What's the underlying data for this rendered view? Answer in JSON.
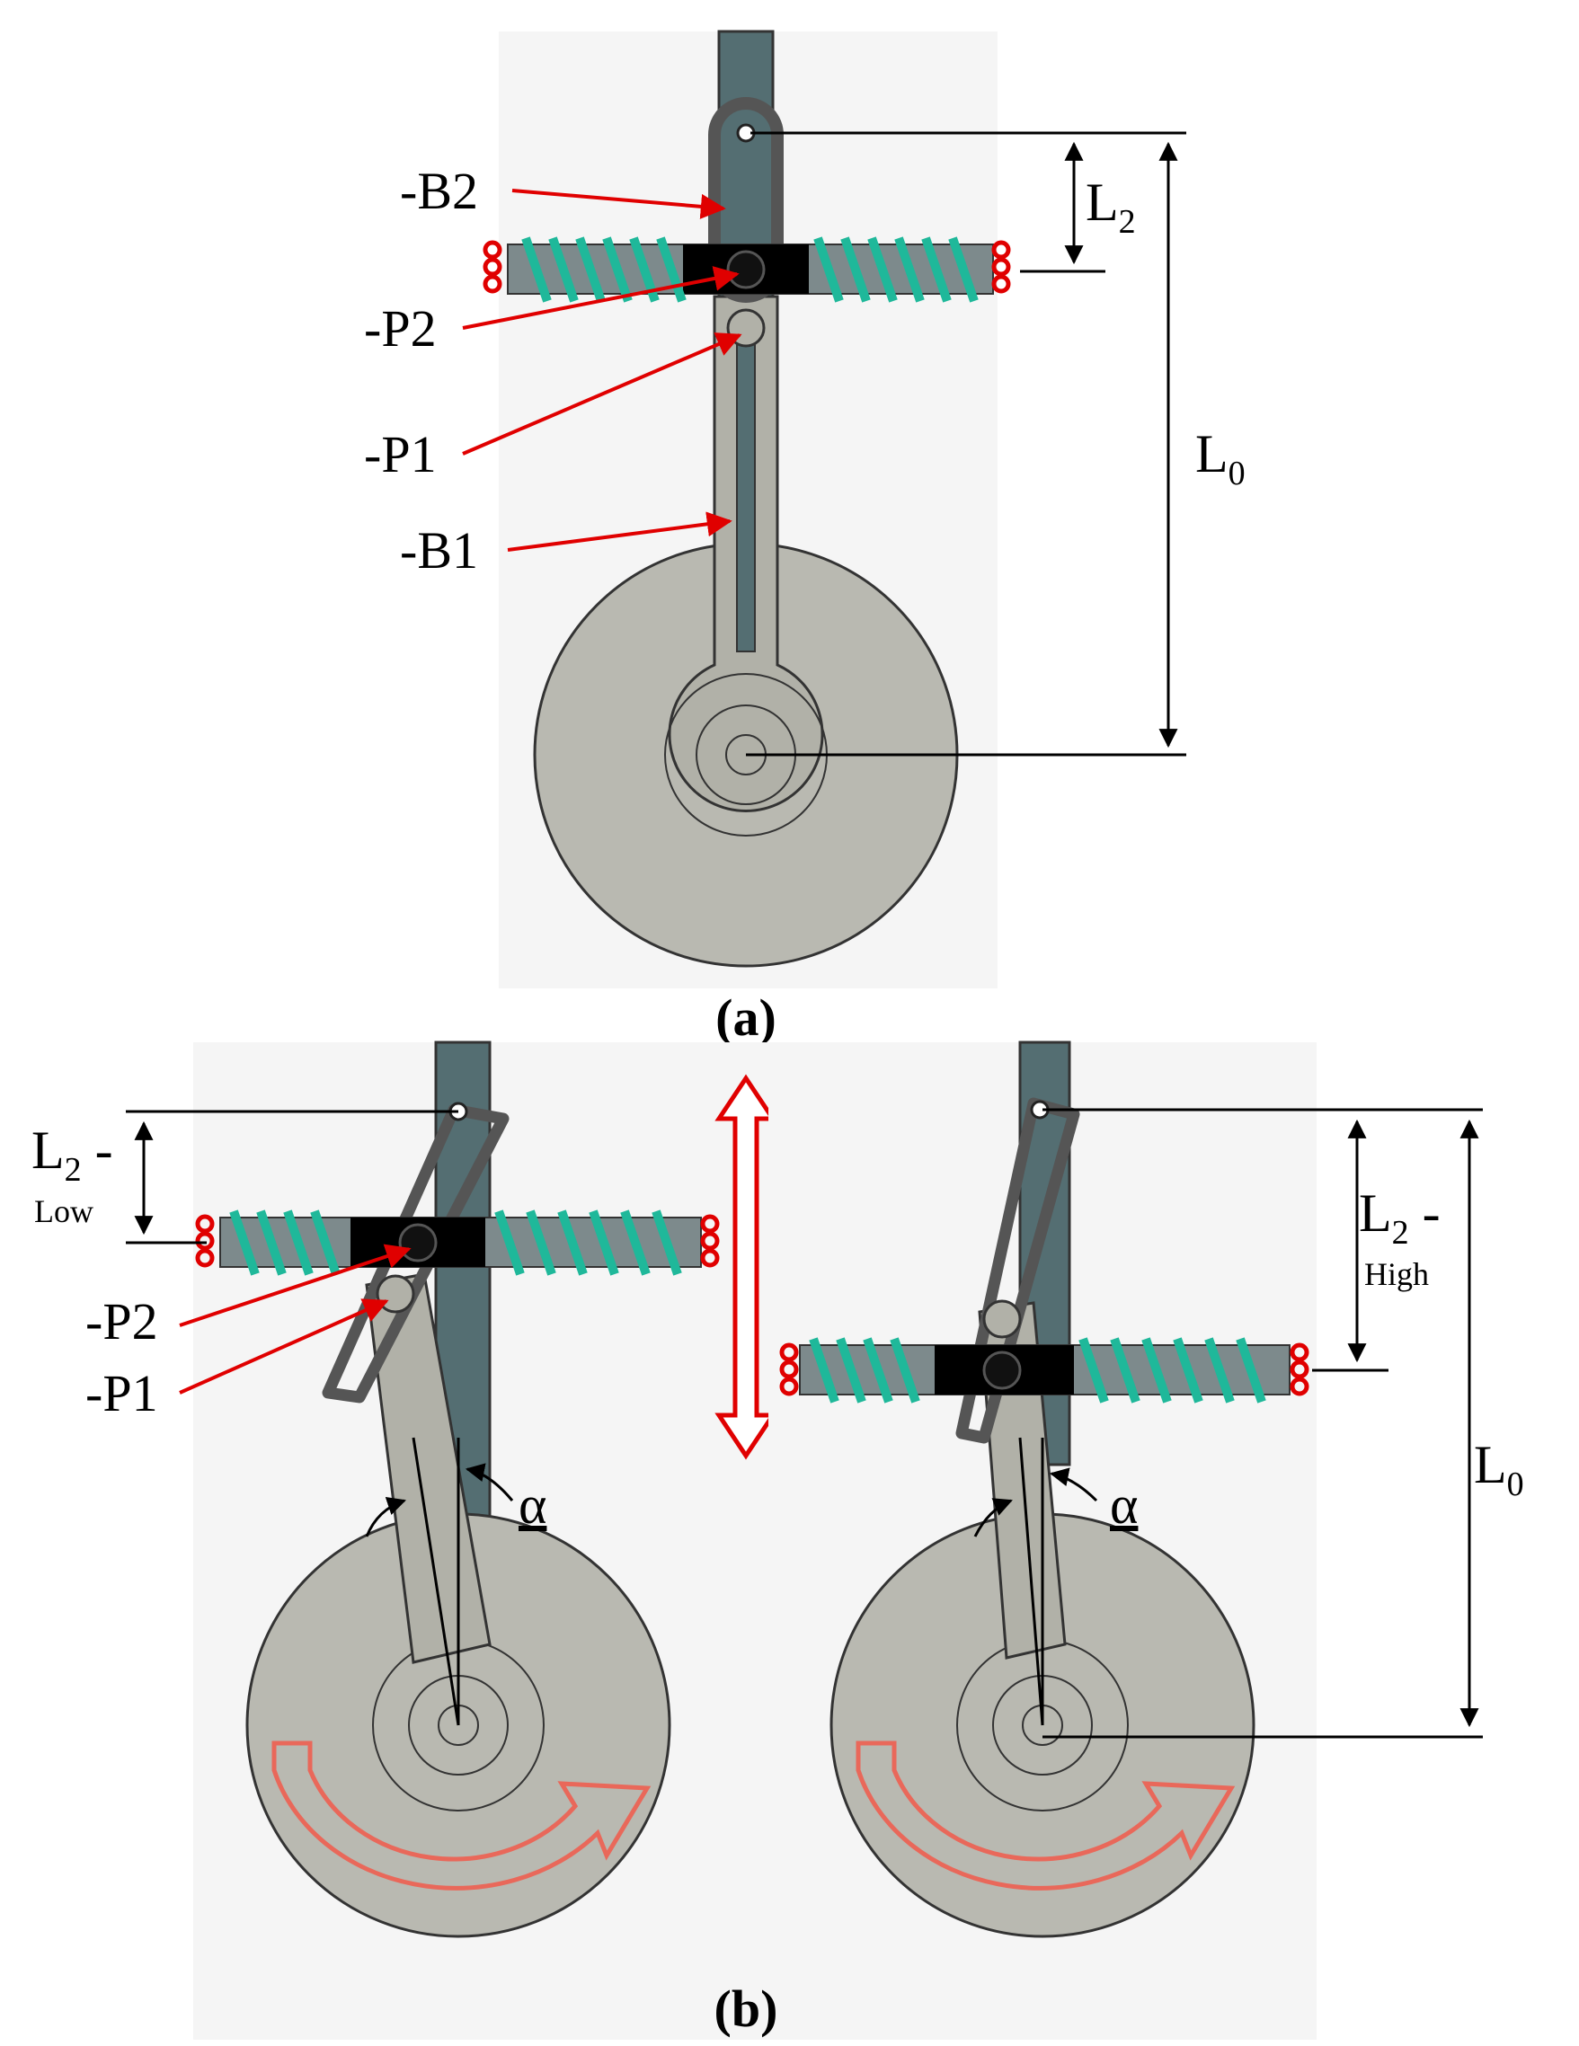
{
  "panel_a": {
    "caption": "(a)",
    "labels": {
      "b2": "-B2",
      "p2": "-P2",
      "p1": "-P1",
      "b1": "-B1"
    },
    "dim_l2": {
      "base": "L",
      "sub": "2"
    },
    "dim_l0": {
      "base": "L",
      "sub": "0"
    }
  },
  "panel_b": {
    "caption": "(b)",
    "left": {
      "labels": {
        "p2": "-P2",
        "p1": "-P1"
      },
      "dim_l2": {
        "base": "L",
        "sub": "2",
        "suffix": " -",
        "note": "Low"
      },
      "angle": "α"
    },
    "right": {
      "dim_l2": {
        "base": "L",
        "sub": "2",
        "suffix": " -",
        "note": "High"
      },
      "dim_l0": {
        "base": "L",
        "sub": "0"
      },
      "angle": "α"
    }
  },
  "colors": {
    "background_panel": "#f5f5f5",
    "rod": "#546e72",
    "link": "#b1b1a8",
    "wheel": "#b9b9b1",
    "spring": "#1fb89a",
    "pointer_arrow": "#e00000",
    "outline": "#3a3a3a"
  }
}
